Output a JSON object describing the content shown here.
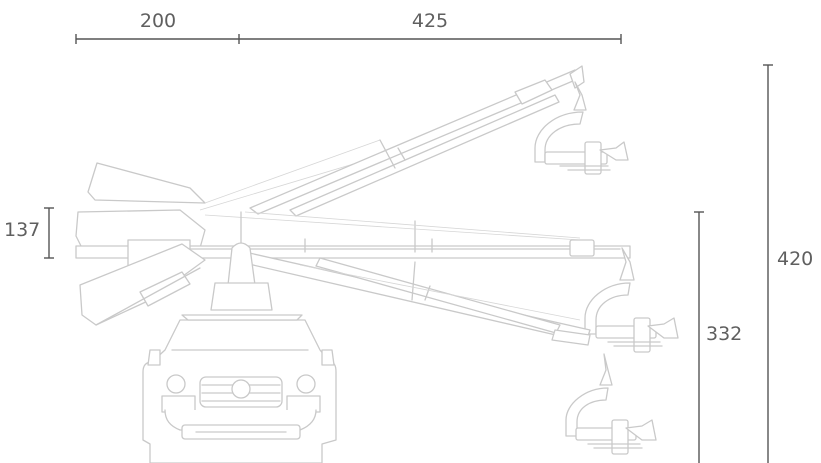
{
  "dimensions": {
    "rear_length": "200",
    "front_length": "425",
    "counterweight_height": "137",
    "lens_height_low": "332",
    "lens_height_max": "420"
  },
  "colors": {
    "line_art": "#c9c9c9",
    "dimension": "#555555",
    "text": "#5f5f5f"
  }
}
